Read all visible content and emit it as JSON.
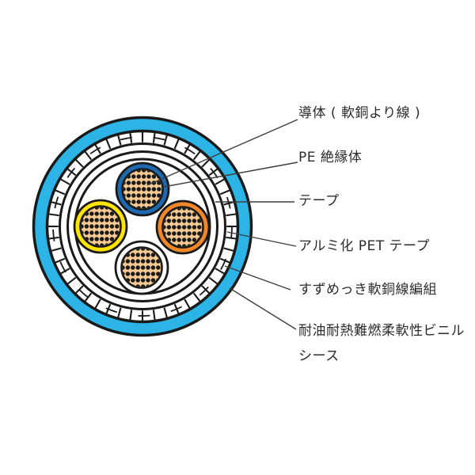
{
  "diagram": {
    "type": "cable-cross-section",
    "labels": {
      "conductor": "導体 ( 軟銅より線 )",
      "pe_insulation": "PE 絶縁体",
      "tape": "テープ",
      "al_pet_tape": "アルミ化 PET テープ",
      "braid": "すずめっき軟銅線編組",
      "sheath_line1": "耐油耐熱難燃柔軟性ビニル",
      "sheath_line2": "シース"
    },
    "colors": {
      "sheath_cyan": "#2CB4E6",
      "core_ring_top_blue": "#1E6AB2",
      "core_ring_left_yellow": "#FFE400",
      "core_ring_right_orange": "#F0882A",
      "core_ring_bottom_white": "#FFFFFF",
      "copper_strand_fill": "#F6CA92",
      "strand_dot": "#1A1A1A",
      "outline": "#1A1A1A",
      "leader_line": "#3C3C3C",
      "background": "#FFFFFF"
    }
  }
}
